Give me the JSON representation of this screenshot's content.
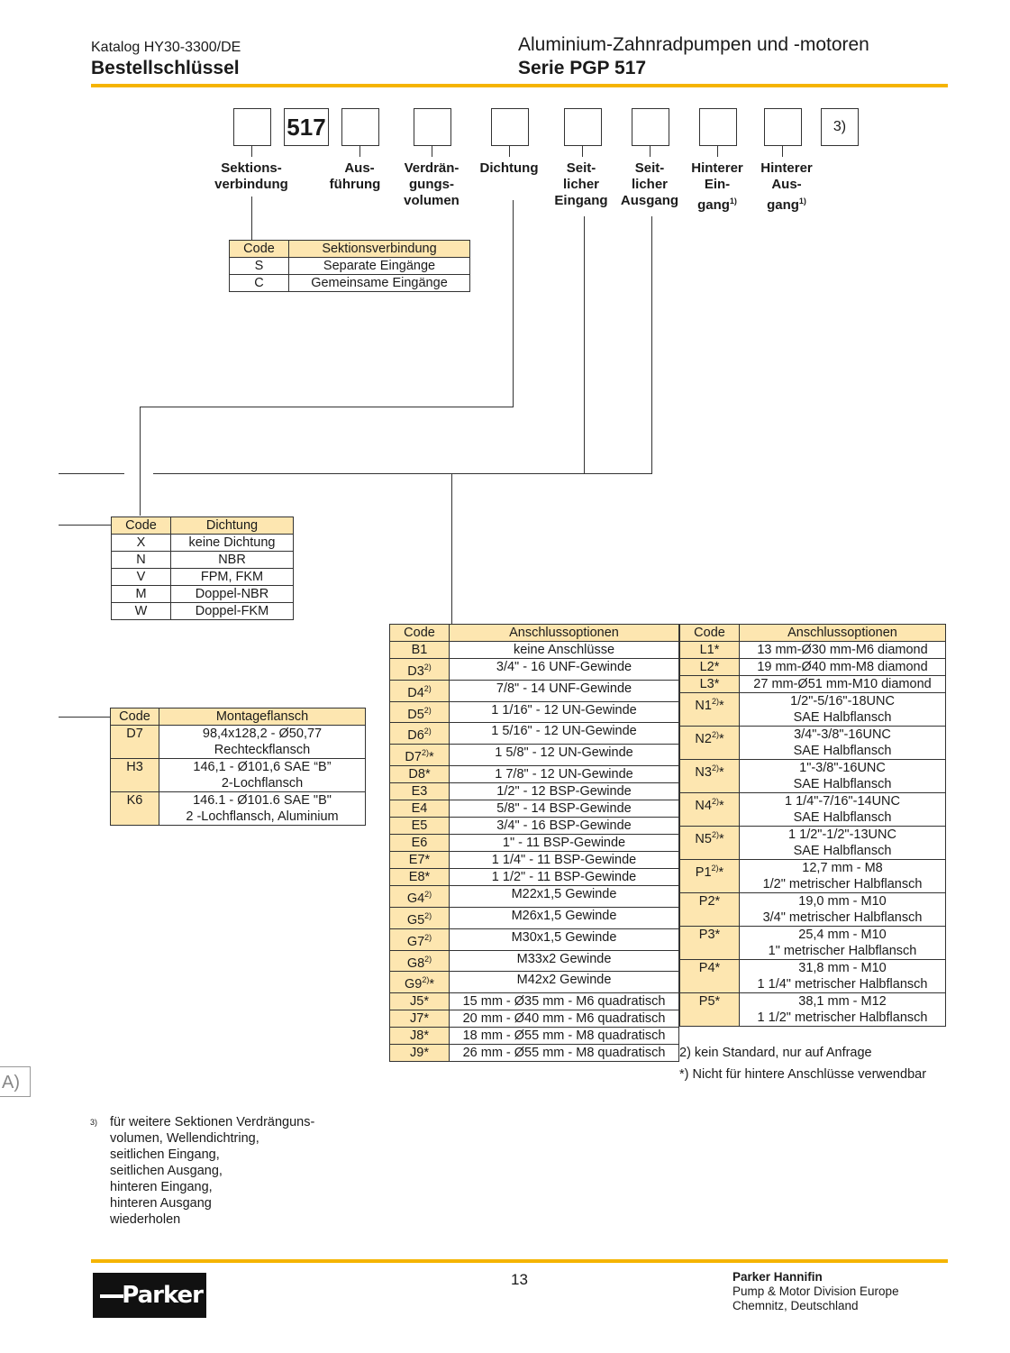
{
  "header": {
    "catalog": "Katalog HY30-3300/DE",
    "section": "Bestellschlüssel",
    "title": "Aluminium-Zahnradpumpen und -motoren",
    "series": "Serie PGP 517"
  },
  "code_boxes": {
    "fixed": "517",
    "footnote": "3)"
  },
  "labels": {
    "sektion": [
      "Sektions-",
      "verbindung"
    ],
    "ausfuehrung": [
      "Aus-",
      "führung"
    ],
    "verdraengung": [
      "Verdrän-",
      "gungs-",
      "volumen"
    ],
    "dichtung": [
      "Dichtung"
    ],
    "seit_eingang": [
      "Seit-",
      "licher",
      "Eingang"
    ],
    "seit_ausgang": [
      "Seit-",
      "licher",
      "Ausgang"
    ],
    "hint_eingang": [
      "Hinterer",
      "Ein-",
      "gang"
    ],
    "hint_ausgang": [
      "Hinterer",
      "Aus-",
      "gang"
    ],
    "fn1": "1)"
  },
  "sektion_table": {
    "headers": [
      "Code",
      "Sektionsverbindung"
    ],
    "rows": [
      [
        "S",
        "Separate Eingänge"
      ],
      [
        "C",
        "Gemeinsame Eingänge"
      ]
    ]
  },
  "dichtung_table": {
    "headers": [
      "Code",
      "Dichtung"
    ],
    "rows": [
      [
        "X",
        "keine Dichtung"
      ],
      [
        "N",
        "NBR"
      ],
      [
        "V",
        "FPM, FKM"
      ],
      [
        "M",
        "Doppel-NBR"
      ],
      [
        "W",
        "Doppel-FKM"
      ]
    ]
  },
  "flansch_table": {
    "headers": [
      "Code",
      "Montageflansch"
    ],
    "rows": [
      [
        "D7",
        "98,4x128,2 - Ø50,77",
        "Rechteckflansch"
      ],
      [
        "H3",
        "146,1 - Ø101,6 SAE “B”",
        "2-Lochflansch"
      ],
      [
        "K6",
        "146.1 - Ø101.6 SAE \"B\"",
        "2 -Lochflansch, Aluminium"
      ]
    ]
  },
  "anschluss_left": {
    "headers": [
      "Code",
      "Anschlussoptionen"
    ],
    "rows": [
      {
        "code": "B1",
        "sup": "",
        "star": "",
        "text": "keine Anschlüsse"
      },
      {
        "code": "D3",
        "sup": "2)",
        "star": "",
        "text": "3/4\" - 16 UNF-Gewinde"
      },
      {
        "code": "D4",
        "sup": "2)",
        "star": "",
        "text": "7/8\" - 14 UNF-Gewinde"
      },
      {
        "code": "D5",
        "sup": "2)",
        "star": "",
        "text": "1 1/16\" - 12 UN-Gewinde"
      },
      {
        "code": "D6",
        "sup": "2)",
        "star": "",
        "text": "1 5/16\" - 12 UN-Gewinde"
      },
      {
        "code": "D7",
        "sup": "2)",
        "star": "*",
        "text": "1 5/8\" - 12 UN-Gewinde"
      },
      {
        "code": "D8",
        "sup": "",
        "star": "*",
        "text": "1 7/8\" - 12 UN-Gewinde"
      },
      {
        "code": "E3",
        "sup": "",
        "star": "",
        "text": "1/2\" - 12 BSP-Gewinde"
      },
      {
        "code": "E4",
        "sup": "",
        "star": "",
        "text": "5/8\" - 14 BSP-Gewinde"
      },
      {
        "code": "E5",
        "sup": "",
        "star": "",
        "text": "3/4\" - 16 BSP-Gewinde"
      },
      {
        "code": "E6",
        "sup": "",
        "star": "",
        "text": "1\" - 11 BSP-Gewinde"
      },
      {
        "code": "E7",
        "sup": "",
        "star": "*",
        "text": "1 1/4\" - 11 BSP-Gewinde"
      },
      {
        "code": "E8",
        "sup": "",
        "star": "*",
        "text": "1 1/2\" - 11 BSP-Gewinde"
      },
      {
        "code": "G4",
        "sup": "2)",
        "star": "",
        "text": "M22x1,5 Gewinde"
      },
      {
        "code": "G5",
        "sup": "2)",
        "star": "",
        "text": "M26x1,5 Gewinde"
      },
      {
        "code": "G7",
        "sup": "2)",
        "star": "",
        "text": "M30x1,5 Gewinde"
      },
      {
        "code": "G8",
        "sup": "2)",
        "star": "",
        "text": "M33x2 Gewinde"
      },
      {
        "code": "G9",
        "sup": "2)",
        "star": "*",
        "text": "M42x2 Gewinde"
      },
      {
        "code": "J5",
        "sup": "",
        "star": "*",
        "text": "15 mm - Ø35 mm - M6 quadratisch"
      },
      {
        "code": "J7",
        "sup": "",
        "star": "*",
        "text": "20 mm - Ø40 mm - M6 quadratisch"
      },
      {
        "code": "J8",
        "sup": "",
        "star": "*",
        "text": "18 mm - Ø55 mm - M8 quadratisch"
      },
      {
        "code": "J9",
        "sup": "",
        "star": "*",
        "text": "26 mm - Ø55 mm - M8 quadratisch"
      }
    ]
  },
  "anschluss_right": {
    "headers": [
      "Code",
      "Anschlussoptionen"
    ],
    "rows": [
      {
        "code": "L1",
        "sup": "",
        "star": "*",
        "text": [
          "13 mm-Ø30 mm-M6 diamond"
        ]
      },
      {
        "code": "L2",
        "sup": "",
        "star": "*",
        "text": [
          "19 mm-Ø40 mm-M8 diamond"
        ]
      },
      {
        "code": "L3",
        "sup": "",
        "star": "*",
        "text": [
          "27 mm-Ø51 mm-M10 diamond"
        ]
      },
      {
        "code": "N1",
        "sup": "2)",
        "star": "*",
        "text": [
          "1/2\"-5/16\"-18UNC",
          "SAE Halbflansch"
        ]
      },
      {
        "code": "N2",
        "sup": "2)",
        "star": "*",
        "text": [
          "3/4\"-3/8\"-16UNC",
          "SAE Halbflansch"
        ]
      },
      {
        "code": "N3",
        "sup": "2)",
        "star": "*",
        "text": [
          "1\"-3/8\"-16UNC",
          "SAE Halbflansch"
        ]
      },
      {
        "code": "N4",
        "sup": "2)",
        "star": "*",
        "text": [
          "1 1/4\"-7/16\"-14UNC",
          "SAE Halbflansch"
        ]
      },
      {
        "code": "N5",
        "sup": "2)",
        "star": "*",
        "text": [
          "1 1/2\"-1/2\"-13UNC",
          "SAE Halbflansch"
        ]
      },
      {
        "code": "P1",
        "sup": "2)",
        "star": "*",
        "text": [
          "12,7 mm - M8",
          "1/2\" metrischer Halbflansch"
        ]
      },
      {
        "code": "P2",
        "sup": "",
        "star": "*",
        "text": [
          "19,0 mm - M10",
          "3/4\" metrischer Halbflansch"
        ]
      },
      {
        "code": "P3",
        "sup": "",
        "star": "*",
        "text": [
          "25,4 mm - M10",
          "1\" metrischer Halbflansch"
        ]
      },
      {
        "code": "P4",
        "sup": "",
        "star": "*",
        "text": [
          "31,8 mm - M10",
          "1 1/4\" metrischer Halbflansch"
        ]
      },
      {
        "code": "P5",
        "sup": "",
        "star": "*",
        "text": [
          "38,1 mm - M12",
          "1 1/2\" metrischer Halbflansch"
        ]
      }
    ]
  },
  "notes": {
    "n2": "2)  kein Standard, nur auf Anfrage",
    "nstar": "*)  Nicht für hintere Anschlüsse verwendbar",
    "n3_mark": "3)",
    "n3_lines": [
      "für weitere Sektionen  Verdränguns-",
      "volumen, Wellendichtring,",
      "seitlichen Eingang,",
      "seitlichen Ausgang,",
      "hinteren Eingang,",
      "hinteren Ausgang",
      "wiederholen"
    ]
  },
  "side_tab": "A)",
  "footer": {
    "page": "13",
    "company": "Parker Hannifin",
    "division": "Pump & Motor Division Europe",
    "location": "Chemnitz, Deutschland",
    "logo_text": "Parker"
  },
  "colors": {
    "accent": "#f5b400",
    "table_header": "#fde6b0"
  }
}
